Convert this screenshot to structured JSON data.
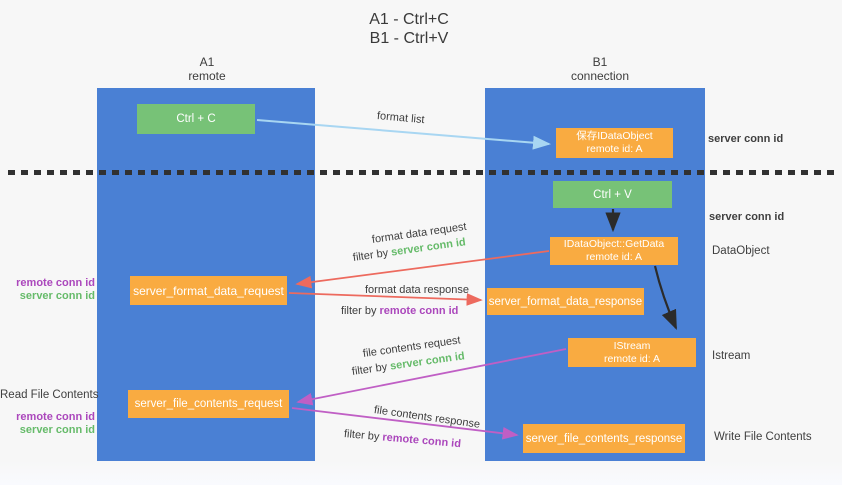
{
  "title": {
    "line1": "A1 - Ctrl+C",
    "line2": "B1 - Ctrl+V"
  },
  "panels": {
    "left": {
      "name": "A1",
      "role": "remote"
    },
    "right": {
      "name": "B1",
      "role": "connection"
    }
  },
  "nodes": {
    "ctrl_c": "Ctrl + C",
    "ctrl_v": "Ctrl + V",
    "save_idataobject_line1": "保存IDataObject",
    "save_idataobject_line2": "remote id: A",
    "getdata_line1": "IDataObject::GetData",
    "getdata_line2": "remote id: A",
    "istream_line1": "IStream",
    "istream_line2": "remote id: A",
    "format_request": "server_format_data_request",
    "format_response": "server_format_data_response",
    "file_request": "server_file_contents_request",
    "file_response": "server_file_contents_response"
  },
  "labels": {
    "format_list": "format list",
    "filter_by": "filter by",
    "server_conn_id": "server conn id",
    "remote_conn_id": "remote conn id",
    "format_data_request": "format data request",
    "format_data_response": "format data response",
    "file_contents_request": "file contents request",
    "file_contents_response": "file contents response",
    "dataobject": "DataObject",
    "istream": "Istream",
    "read_file_contents": "Read File Contents",
    "write_file_contents": "Write File Contents"
  },
  "colors": {
    "panel_blue": "#4a80d4",
    "node_green": "#77c277",
    "node_orange": "#f9ab41",
    "arrow_lightblue": "#a8d6f2",
    "arrow_red": "#ed6a5e",
    "arrow_magenta": "#c05fc5",
    "arrow_black": "#2b2b2b",
    "text_green": "#66bb6a",
    "text_purple": "#ab47bc",
    "background": "#f7f7f7"
  }
}
